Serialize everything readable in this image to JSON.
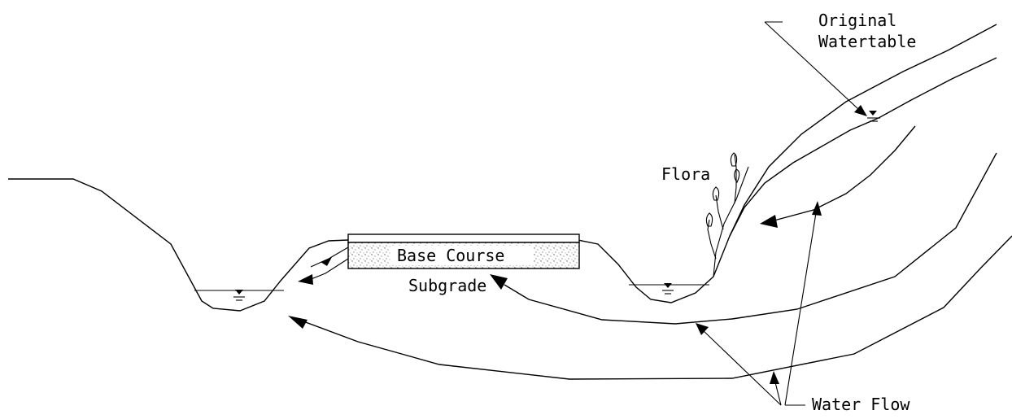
{
  "labels": {
    "original_watertable": [
      "Original",
      "Watertable"
    ],
    "flora": "Flora",
    "base_course": "Base Course",
    "subgrade": "Subgrade",
    "water_flow": "Water Flow"
  }
}
